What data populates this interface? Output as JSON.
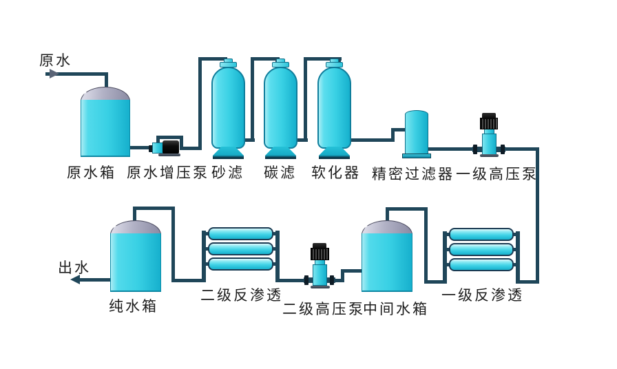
{
  "diagram": {
    "type": "water-treatment-process-flow",
    "labels": {
      "raw_water": "原水",
      "raw_water_tank": "原水箱",
      "raw_water_booster_pump": "原水增压泵",
      "sand_filter": "砂滤",
      "carbon_filter": "碳滤",
      "softener": "软化器",
      "precision_filter": "精密过滤器",
      "stage1_hp_pump": "一级高压泵",
      "stage1_ro": "一级反渗透",
      "intermediate_tank": "中间水箱",
      "stage2_hp_pump": "二级高压泵",
      "stage2_ro": "二级反渗透",
      "pure_water_tank": "纯水箱",
      "water_out": "出水"
    },
    "flow_order": [
      "原水",
      "原水箱",
      "原水增压泵",
      "砂滤",
      "碳滤",
      "软化器",
      "精密过滤器",
      "一级高压泵",
      "一级反渗透",
      "中间水箱",
      "二级高压泵",
      "二级反渗透",
      "纯水箱",
      "出水"
    ],
    "colors": {
      "pipe": "#1f4659",
      "equipment_cyan": "#3bd2e6",
      "dome_gray": "#a8a8bc",
      "motor_black": "#111111",
      "text": "#1c1c1c",
      "background": "#ffffff"
    }
  }
}
